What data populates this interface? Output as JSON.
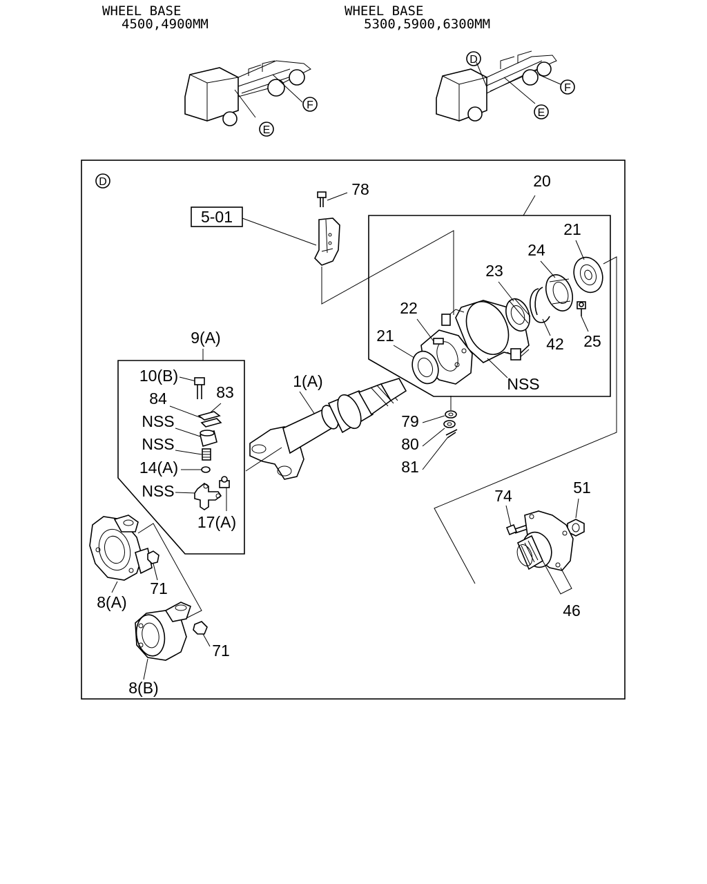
{
  "header": {
    "left": {
      "title": "WHEEL BASE",
      "value": "4500,4900MM"
    },
    "right": {
      "title": "WHEEL BASE",
      "value": "5300,5900,6300MM"
    }
  },
  "locator_marks": {
    "left": [
      "E",
      "F"
    ],
    "right": [
      "D",
      "E",
      "F"
    ]
  },
  "detail": {
    "view_mark": "D",
    "reference_box": "5-01",
    "callouts": {
      "p78": "78",
      "p20": "20",
      "p21a": "21",
      "p24": "24",
      "p23": "23",
      "p22": "22",
      "p21b": "21",
      "p42": "42",
      "p25": "25",
      "nss_bracket": "NSS",
      "p9a": "9(A)",
      "p10b": "10(B)",
      "p84": "84",
      "p83": "83",
      "nss1": "NSS",
      "nss2": "NSS",
      "p14a": "14(A)",
      "nss3": "NSS",
      "p17a": "17(A)",
      "p1a": "1(A)",
      "p79": "79",
      "p80": "80",
      "p81": "81",
      "p74": "74",
      "p51": "51",
      "p46": "46",
      "p8a": "8(A)",
      "p71a": "71",
      "p71b": "71",
      "p8b": "8(B)"
    }
  }
}
